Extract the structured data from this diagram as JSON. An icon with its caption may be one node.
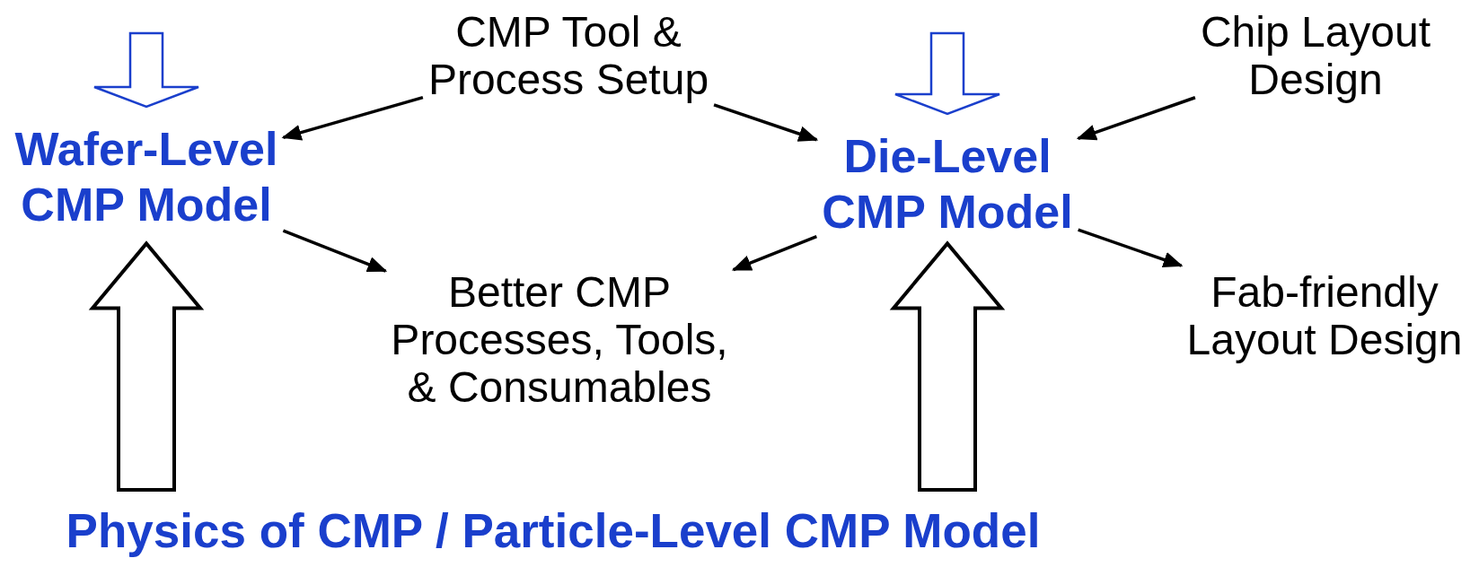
{
  "diagram": {
    "nodes": [
      {
        "text": [
          "CMP Tool & Process Setup"
        ]
      },
      {
        "text": [
          "Chip Layout Design"
        ]
      },
      {
        "text": [
          "Wafer-Level CMP Model"
        ]
      },
      {
        "text": [
          "Die-Level CMP Model"
        ]
      },
      {
        "text": [
          "Better CMP Processes, Tools, & Consumables"
        ]
      },
      {
        "text": [
          "Fab-friendly Layout Design"
        ]
      },
      {
        "text": [
          "Physics of CMP / Particle-Level CMP Model"
        ]
      }
    ],
    "edges": [
      {
        "from": null,
        "to": 2,
        "arrow": "to",
        "style": "thick",
        "color": "#1a3fcc"
      },
      {
        "from": null,
        "to": 3,
        "arrow": "to",
        "style": "thick",
        "color": "#1a3fcc"
      },
      {
        "from": 0,
        "to": 2,
        "arrow": "to"
      },
      {
        "from": 0,
        "to": 3,
        "arrow": "to"
      },
      {
        "from": 1,
        "to": 3,
        "arrow": "to"
      },
      {
        "from": 2,
        "to": 4,
        "arrow": "to"
      },
      {
        "from": 3,
        "to": 4,
        "arrow": "to"
      },
      {
        "from": 3,
        "to": 5,
        "arrow": "to"
      },
      {
        "from": 6,
        "to": 2,
        "arrow": "to",
        "style": "thick"
      },
      {
        "from": 6,
        "to": 3,
        "arrow": "to",
        "style": "thick"
      }
    ]
  }
}
